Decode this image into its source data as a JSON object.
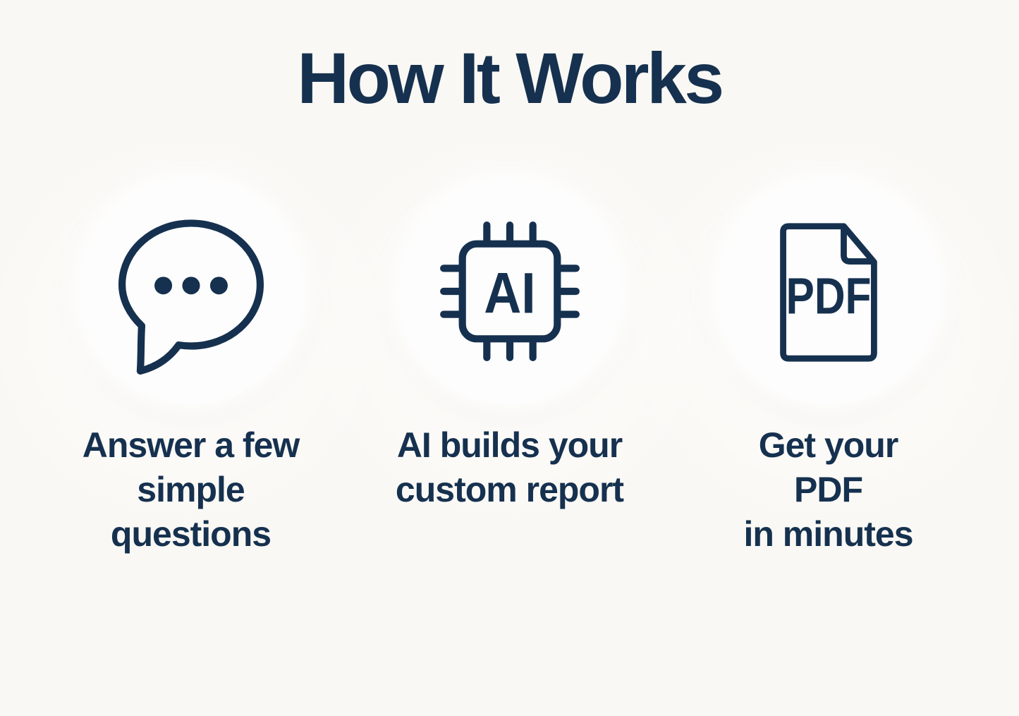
{
  "page": {
    "title": "How It Works"
  },
  "colors": {
    "navy": "#16314f",
    "background": "#faf8f4",
    "circle": "#fdfdfd"
  },
  "steps": [
    {
      "id": "answer-questions",
      "icon": "chat-bubble-icon",
      "caption": "Answer a few\nsimple\nquestions"
    },
    {
      "id": "ai-builds-report",
      "icon": "ai-chip-icon",
      "chip_label": "AI",
      "caption": "AI builds your\ncustom report"
    },
    {
      "id": "get-pdf",
      "icon": "pdf-file-icon",
      "file_label": "PDF",
      "caption": "Get your\nPDF\nin minutes"
    }
  ]
}
